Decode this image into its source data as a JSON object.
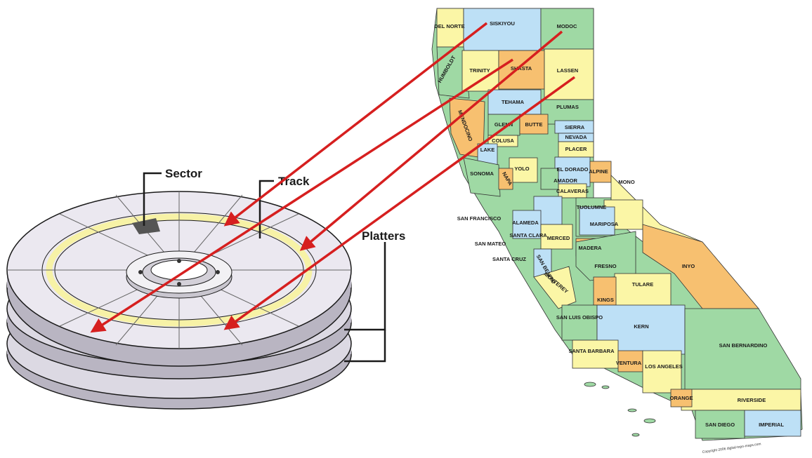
{
  "disk": {
    "labels": {
      "sector": "Sector",
      "track": "Track",
      "platters": "Platters"
    },
    "colors": {
      "platter_top": "#e9e6ee",
      "platter_side": "#b9b5c2",
      "track_ring": "#f7f2a6",
      "outline": "#1a1a1a"
    }
  },
  "map": {
    "colors": {
      "blue": "#bde0f6",
      "green": "#9fd9a4",
      "yellow": "#fbf6a6",
      "orange": "#f7c070",
      "border": "#333333"
    },
    "counties": [
      "DEL NORTE",
      "SISKIYOU",
      "MODOC",
      "HUMBOLDT",
      "TRINITY",
      "SHASTA",
      "LASSEN",
      "TEHAMA",
      "PLUMAS",
      "MENDOCINO",
      "GLENN",
      "BUTTE",
      "SIERRA",
      "NEVADA",
      "COLUSA",
      "LAKE",
      "PLACER",
      "SONOMA",
      "YOLO",
      "NAPA",
      "EL DORADO",
      "ALPINE",
      "AMADOR",
      "CALAVERAS",
      "TUOLUMNE",
      "MONO",
      "SAN FRANCISCO",
      "SAN MATEO",
      "ALAMEDA",
      "SANTA CLARA",
      "MERCED",
      "MARIPOSA",
      "MADERA",
      "SANTA CRUZ",
      "SAN BENITO",
      "MONTEREY",
      "FRESNO",
      "TULARE",
      "INYO",
      "KINGS",
      "SAN LUIS OBISPO",
      "KERN",
      "SAN BERNARDINO",
      "SANTA BARBARA",
      "VENTURA",
      "LOS ANGELES",
      "ORANGE",
      "RIVERSIDE",
      "SAN DIEGO",
      "IMPERIAL"
    ],
    "copyright": "Copyright 2006 digital-topo-maps.com"
  },
  "arrows": {
    "color": "#d61f1f",
    "count": 4
  }
}
